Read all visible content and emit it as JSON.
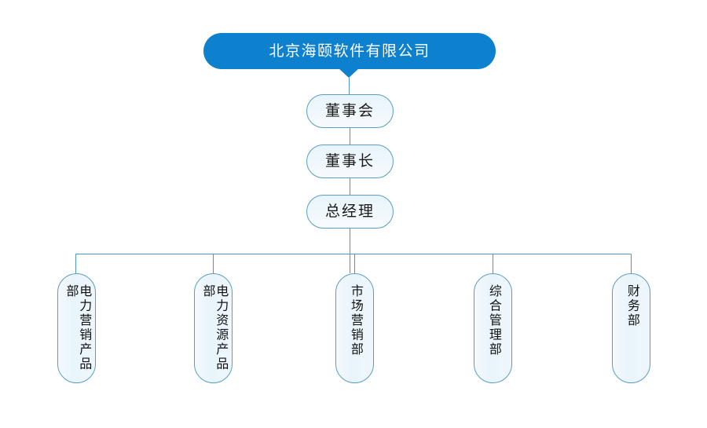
{
  "diagram": {
    "title_node": {
      "label": "北京海颐软件有限公司",
      "fill_color": "#0d80ce",
      "text_color": "#ffffff"
    },
    "spine_nodes": [
      {
        "label": "董事会"
      },
      {
        "label": "董事长"
      },
      {
        "label": "总经理"
      }
    ],
    "department_nodes": [
      {
        "label": "电力营销产品部"
      },
      {
        "label": "电力资源产品部"
      },
      {
        "label": "市场营销部"
      },
      {
        "label": "综合管理部"
      },
      {
        "label": "财务部"
      }
    ],
    "colors": {
      "accent_blue": "#0d80ce",
      "node_border": "#5a9ec6",
      "node_fill": "#eaf4fb",
      "connector": "#4e97c2",
      "background": "#ffffff",
      "text": "#1a1a1a"
    }
  }
}
